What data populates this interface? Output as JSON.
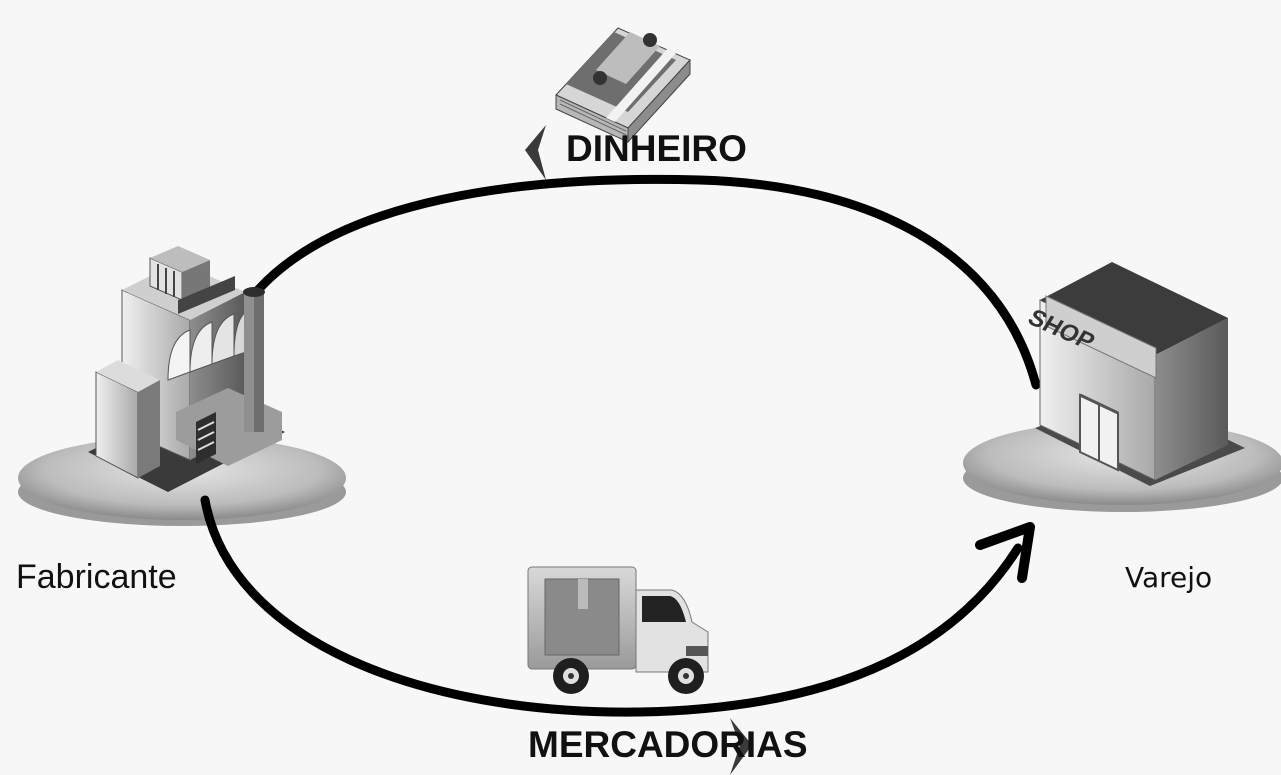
{
  "diagram": {
    "nodes": {
      "manufacturer": {
        "label": "Fabricante",
        "icon": "factory-icon"
      },
      "retailer": {
        "label": "Varejo",
        "icon": "shop-icon",
        "sign_text": "SHOP"
      }
    },
    "flows": {
      "money": {
        "label": "DINHEIRO",
        "icon": "money-stack-icon",
        "direction": "retailer-to-manufacturer"
      },
      "goods": {
        "label": "MERCADORIAS",
        "icon": "delivery-truck-icon",
        "direction": "manufacturer-to-retailer"
      }
    },
    "colors": {
      "background": "#f7f7f7",
      "arc": "#000000",
      "text": "#111111"
    }
  }
}
